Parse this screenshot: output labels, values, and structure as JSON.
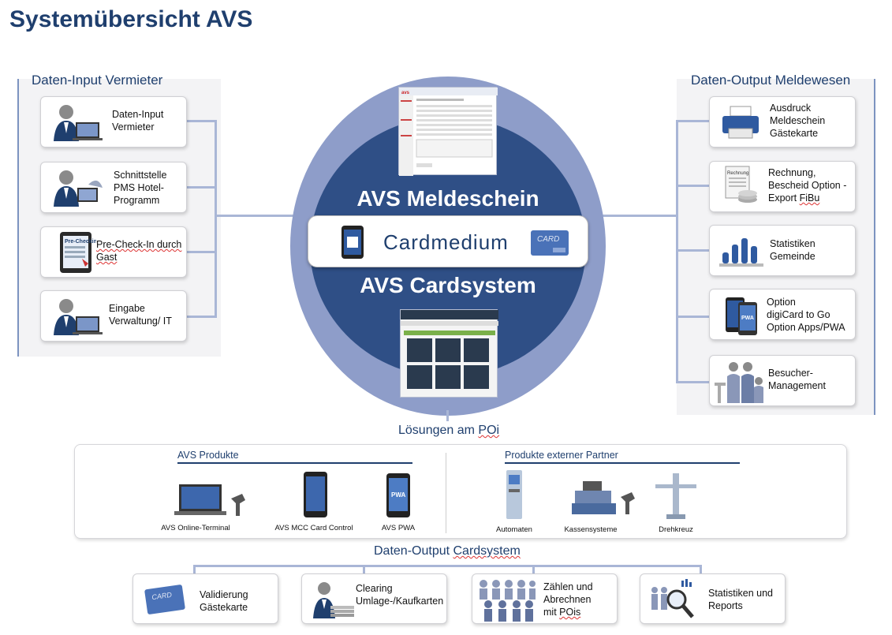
{
  "title": "Systemübersicht AVS",
  "input": {
    "heading": "Daten-Input Vermieter",
    "items": [
      {
        "label": "Daten-Input\nVermieter",
        "icon": "person-laptop-icon"
      },
      {
        "label": "Schnittstelle\nPMS Hotel-\nProgramm",
        "icon": "person-interface-icon"
      },
      {
        "label_pre": "Pre-Check-In durch\nGast",
        "icon": "tablet-precheckin-icon"
      },
      {
        "label": "Eingabe\nVerwaltung/ IT",
        "icon": "person-laptop-icon"
      }
    ]
  },
  "output": {
    "heading": "Daten-Output Meldewesen",
    "items": [
      {
        "label": "Ausdruck\nMeldeschein\nGästekarte",
        "icon": "printer-icon"
      },
      {
        "label_a": "Rechnung,\nBescheid Option -\nExport ",
        "label_b": "FiBu",
        "icon": "invoice-icon"
      },
      {
        "label": "Statistiken\nGemeinde",
        "icon": "bar-chart-icon"
      },
      {
        "label": "Option\ndigiCard to Go\nOption Apps/PWA",
        "icon": "smartphone-icon"
      },
      {
        "label": "Besucher-\nManagement",
        "icon": "visitors-icon"
      }
    ]
  },
  "center": {
    "top": "AVS Meldeschein",
    "middle": "Cardmedium",
    "bottom": "AVS Cardsystem",
    "card_icon_text": "CARD"
  },
  "poi": {
    "heading_a": "Lösungen am ",
    "heading_b": "POi",
    "avs_head": "AVS Produkte",
    "ext_head": "Produkte externer Partner",
    "avs_items": [
      "AVS Online-Terminal",
      "AVS MCC Card Control",
      "AVS PWA"
    ],
    "ext_items": [
      "Automaten",
      "Kassensysteme",
      "Drehkreuz"
    ],
    "pwa_label": "PWA"
  },
  "cardout": {
    "heading_a": "Daten-Output ",
    "heading_b": "Cardsystem",
    "items": [
      {
        "label": "Validierung\nGästekarte",
        "icon": "card-validation-icon"
      },
      {
        "label": "Clearing\nUmlage-/Kaufkarten",
        "icon": "person-coins-icon"
      },
      {
        "label_a": "Zählen und\nAbrechnen\nmit ",
        "label_b": "POis",
        "icon": "crowd-icon"
      },
      {
        "label": "Statistiken und\nReports",
        "icon": "magnifier-crowd-icon"
      }
    ]
  },
  "colors": {
    "navy": "#1f3f6e",
    "circle_outer": "#8e9dc9",
    "circle_inner": "#2f4f86",
    "connector": "#a9b6d6"
  }
}
